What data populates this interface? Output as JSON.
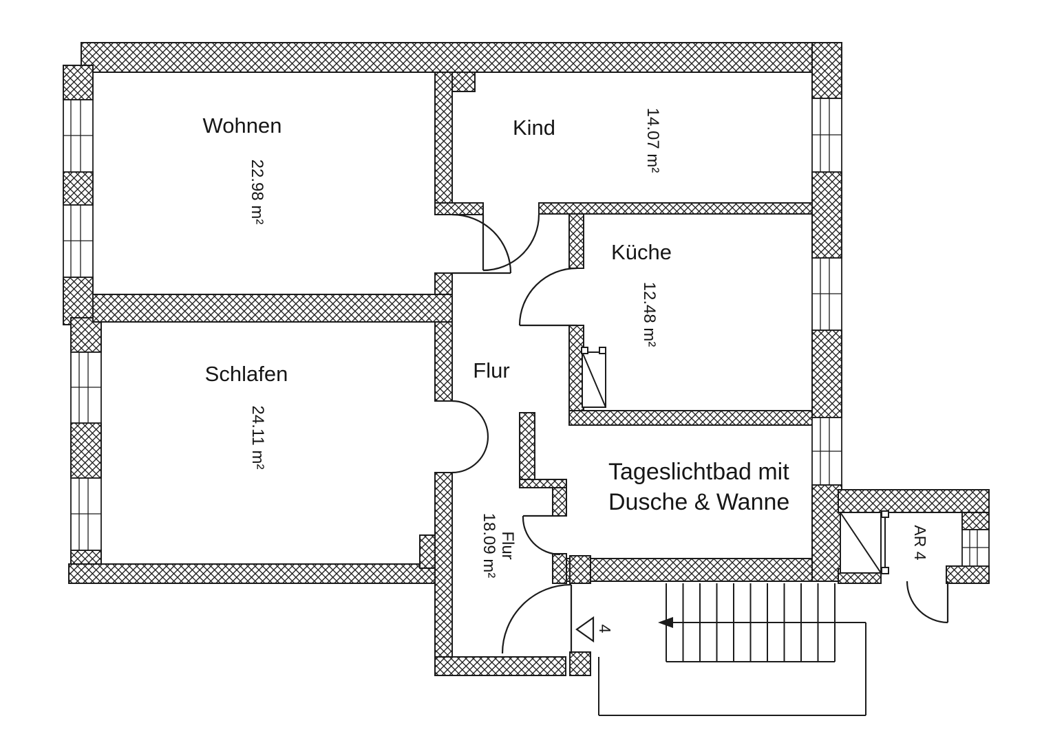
{
  "rooms": {
    "wohnen": {
      "name": "Wohnen",
      "area": "22.98 m²"
    },
    "kind": {
      "name": "Kind",
      "area": "14.07 m²"
    },
    "kueche": {
      "name": "Küche",
      "area": "12.48 m²"
    },
    "schlafen": {
      "name": "Schlafen",
      "area": "24.11 m²"
    },
    "flur": {
      "name": "Flur",
      "rotated_label_line1": "Flur",
      "rotated_label_line2": "18.09 m²"
    },
    "bad": {
      "name_line1": "Tageslichtbad mit",
      "name_line2": "Dusche & Wanne"
    },
    "abstellraum": {
      "name": "AR 4"
    }
  },
  "entrance": {
    "apartment_number": "4"
  },
  "colors": {
    "ink": "#1b1b1b",
    "paper": "#ffffff"
  }
}
